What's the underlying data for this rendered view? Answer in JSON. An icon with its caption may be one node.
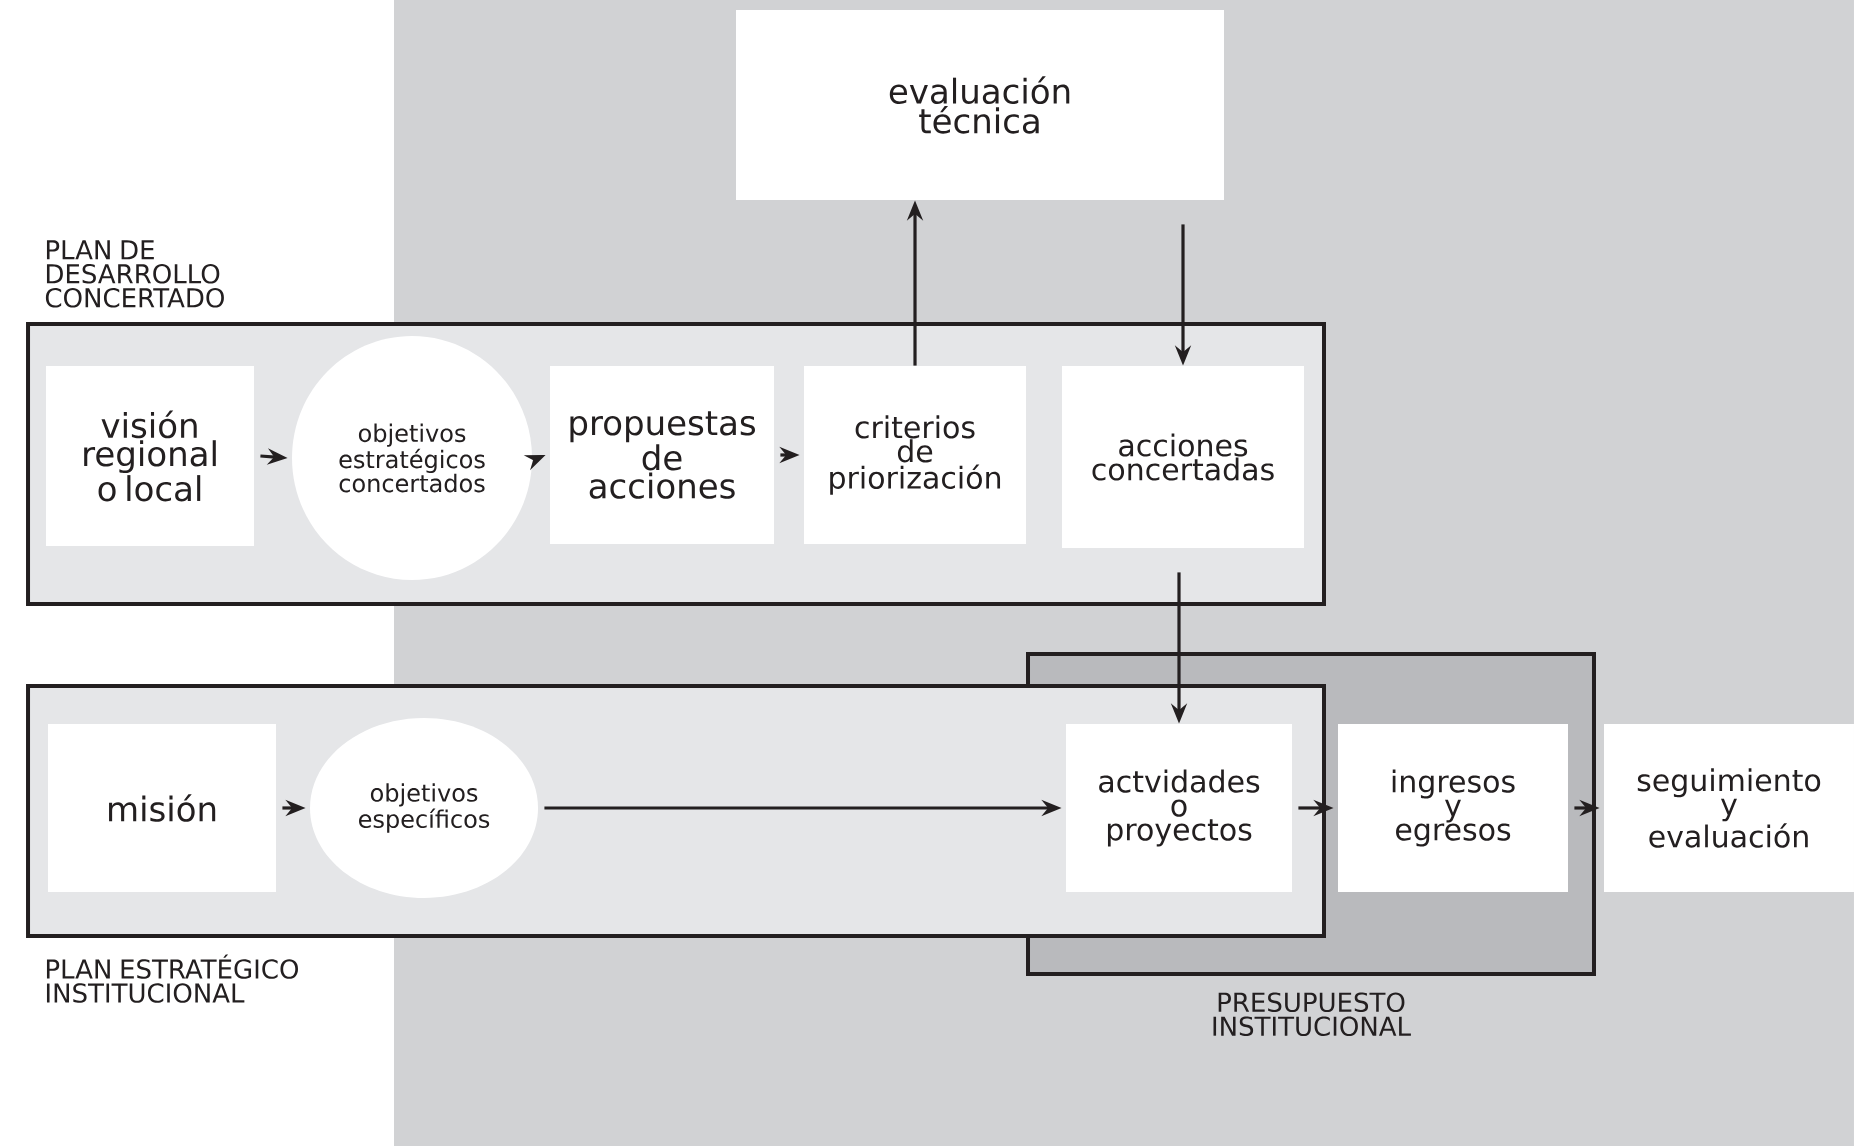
{
  "diagram": {
    "nodes": [
      {
        "text": [
          "PLAN DE DESARROLLO CONCERTADO"
        ]
      },
      {
        "text": [
          "visión regional o local"
        ],
        "in": 0
      },
      {
        "text": [
          "objetivos estratégicos concertados"
        ],
        "in": 0
      },
      {
        "text": [
          "propuestas de acciones"
        ],
        "in": 0
      },
      {
        "text": [
          "criterios de priorización"
        ],
        "in": 0
      },
      {
        "text": [
          "acciones concertadas"
        ],
        "in": 0
      },
      {
        "text": [
          "evaluación técnica"
        ]
      },
      {
        "text": [
          "PLAN ESTRATÉGICO INSTITUCIONAL"
        ]
      },
      {
        "text": [
          "misión"
        ],
        "in": 7
      },
      {
        "text": [
          "objetivos específicos"
        ],
        "in": 7
      },
      {
        "text": [
          "PRESUPUESTO INSTITUCIONAL"
        ]
      },
      {
        "text": [
          "actvidades o proyectos"
        ]
      },
      {
        "text": [
          "ingresos y egresos"
        ],
        "in": 10
      },
      {
        "text": [
          "seguimiento y evaluación"
        ]
      }
    ],
    "edges": [
      {
        "from": 1,
        "to": 2,
        "arrow": "to"
      },
      {
        "from": 2,
        "to": 3,
        "arrow": "to"
      },
      {
        "from": 3,
        "to": 4,
        "arrow": "to"
      },
      {
        "from": 4,
        "to": 6,
        "arrow": "to"
      },
      {
        "from": 6,
        "to": 5,
        "arrow": "to"
      },
      {
        "from": 5,
        "to": 11,
        "arrow": "to"
      },
      {
        "from": 8,
        "to": 9,
        "arrow": "to"
      },
      {
        "from": 9,
        "to": 11,
        "arrow": "to"
      },
      {
        "from": 11,
        "to": 12,
        "arrow": "to"
      },
      {
        "from": 12,
        "to": 13,
        "arrow": "to"
      }
    ]
  }
}
